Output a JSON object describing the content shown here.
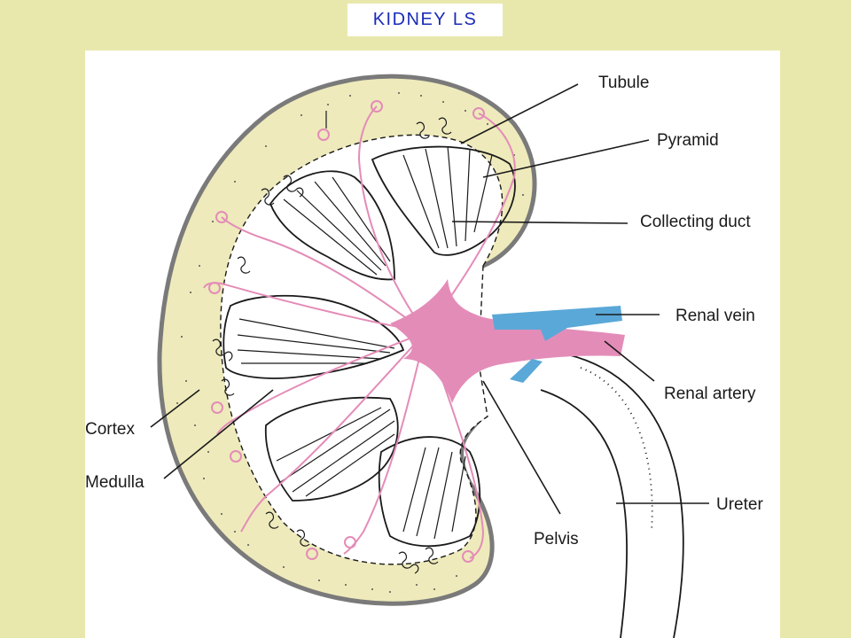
{
  "title": "KIDNEY  LS",
  "colors": {
    "background": "#e8e8ac",
    "title_text": "#1a2bb8",
    "cortex_fill": "#eeeabb",
    "capsule": "#7a7a7a",
    "pelvis_pink": "#e48cb8",
    "vein_blue": "#5aa8d8"
  },
  "labels": {
    "tubule": "Tubule",
    "pyramid": "Pyramid",
    "collecting_duct": "Collecting duct",
    "renal_vein": "Renal vein",
    "renal_artery": "Renal artery",
    "cortex": "Cortex",
    "medulla": "Medulla",
    "ureter": "Ureter",
    "pelvis": "Pelvis"
  }
}
